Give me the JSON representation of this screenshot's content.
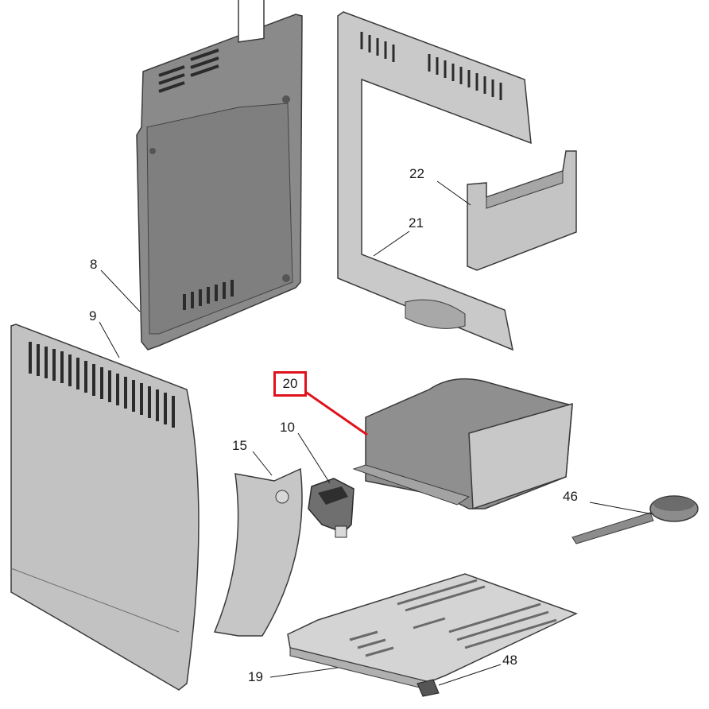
{
  "labels": {
    "p8": "8",
    "p9": "9",
    "p10": "10",
    "p15": "15",
    "p19": "19",
    "p20": "20",
    "p21": "21",
    "p22": "22",
    "p46": "46",
    "p48": "48"
  },
  "highlighted_part": "20",
  "colors": {
    "highlight": "#e0121b",
    "part_fill": "#bdbdbd",
    "part_dark": "#8c8c8c",
    "part_light": "#d6d6d6",
    "outline": "#3a3a3a"
  }
}
